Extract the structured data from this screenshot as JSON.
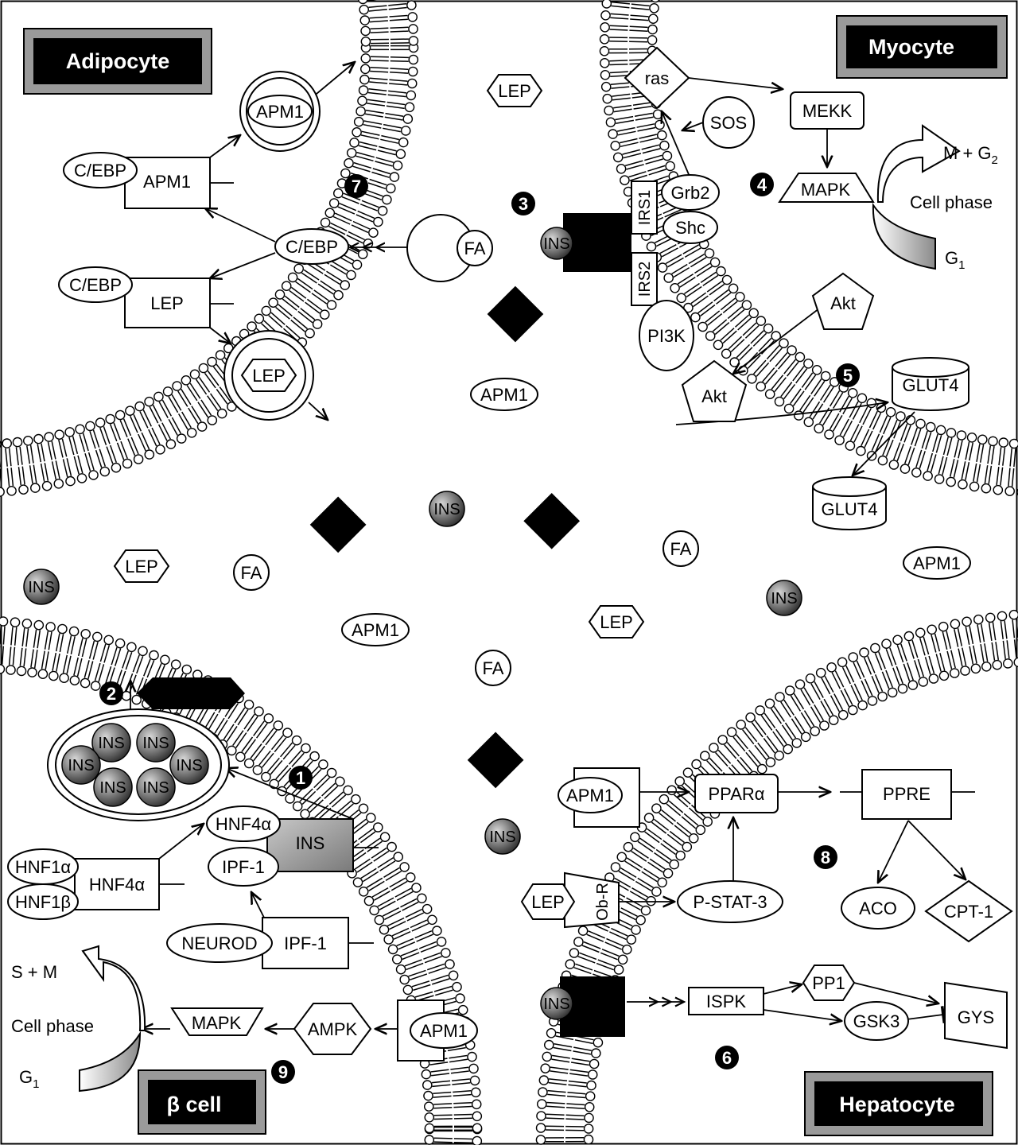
{
  "cells": {
    "adipocyte": "Adipocyte",
    "myocyte": "Myocyte",
    "beta_cell": "β cell",
    "hepatocyte": "Hepatocyte"
  },
  "markers": [
    "1",
    "2",
    "3",
    "4",
    "5",
    "6",
    "7",
    "8",
    "9"
  ],
  "adipocyte": {
    "cebp_apm1": "C/EBP",
    "apm1_gene": "APM1",
    "apm1_vesicle": "APM1",
    "cebp_center": "C/EBP",
    "cebp_lep": "C/EBP",
    "lep_gene": "LEP",
    "lep_vesicle": "LEP",
    "fa_receptor": "FA"
  },
  "myocyte": {
    "ras": "ras",
    "sos": "SOS",
    "mekk": "MEKK",
    "mapk": "MAPK",
    "grb2": "Grb2",
    "shc": "Shc",
    "irs1": "IRS1",
    "irs2": "IRS2",
    "pi3k": "PI3K",
    "akt_top": "Akt",
    "akt_bottom": "Akt",
    "glut4_vesicle": "GLUT4",
    "glut4_membrane": "GLUT4",
    "ins_receptor": "INS",
    "phase_label": "Cell phase",
    "phase_m": "M + G",
    "phase_m_sub": "2",
    "phase_g": "G",
    "phase_g_sub": "1"
  },
  "extracellular": {
    "lep_1": "LEP",
    "lep_2": "LEP",
    "lep_3": "LEP",
    "apm1_1": "APM1",
    "apm1_2": "APM1",
    "apm1_3": "APM1",
    "fa_1": "FA",
    "fa_2": "FA",
    "fa_3": "FA",
    "ins_1": "INS",
    "ins_2": "INS",
    "ins_3": "INS",
    "ins_4": "INS"
  },
  "beta_cell": {
    "vesicle_ins": [
      "INS",
      "INS",
      "INS",
      "INS",
      "INS",
      "INS"
    ],
    "hnf4a_small": "HNF4α",
    "ins_gene": "INS",
    "hnf1a": "HNF1α",
    "hnf1b": "HNF1β",
    "hnf4a_gene": "HNF4α",
    "ipf1_small": "IPF-1",
    "neurod": "NEUROD",
    "ipf1_gene": "IPF-1",
    "apm1_receptor": "APM1",
    "ampk": "AMPK",
    "mapk": "MAPK",
    "phase_label": "Cell phase",
    "phase_s": "S + M",
    "phase_g": "G",
    "phase_g_sub": "1"
  },
  "hepatocyte": {
    "apm1_receptor": "APM1",
    "ppara": "PPARα",
    "ppre": "PPRE",
    "lep": "LEP",
    "obr": "Ob-R",
    "pstat3": "P-STAT-3",
    "aco": "ACO",
    "cpt1": "CPT-1",
    "ins_receptor": "INS",
    "ispk": "ISPK",
    "pp1": "PP1",
    "gsk3": "GSK3",
    "gys": "GYS"
  }
}
